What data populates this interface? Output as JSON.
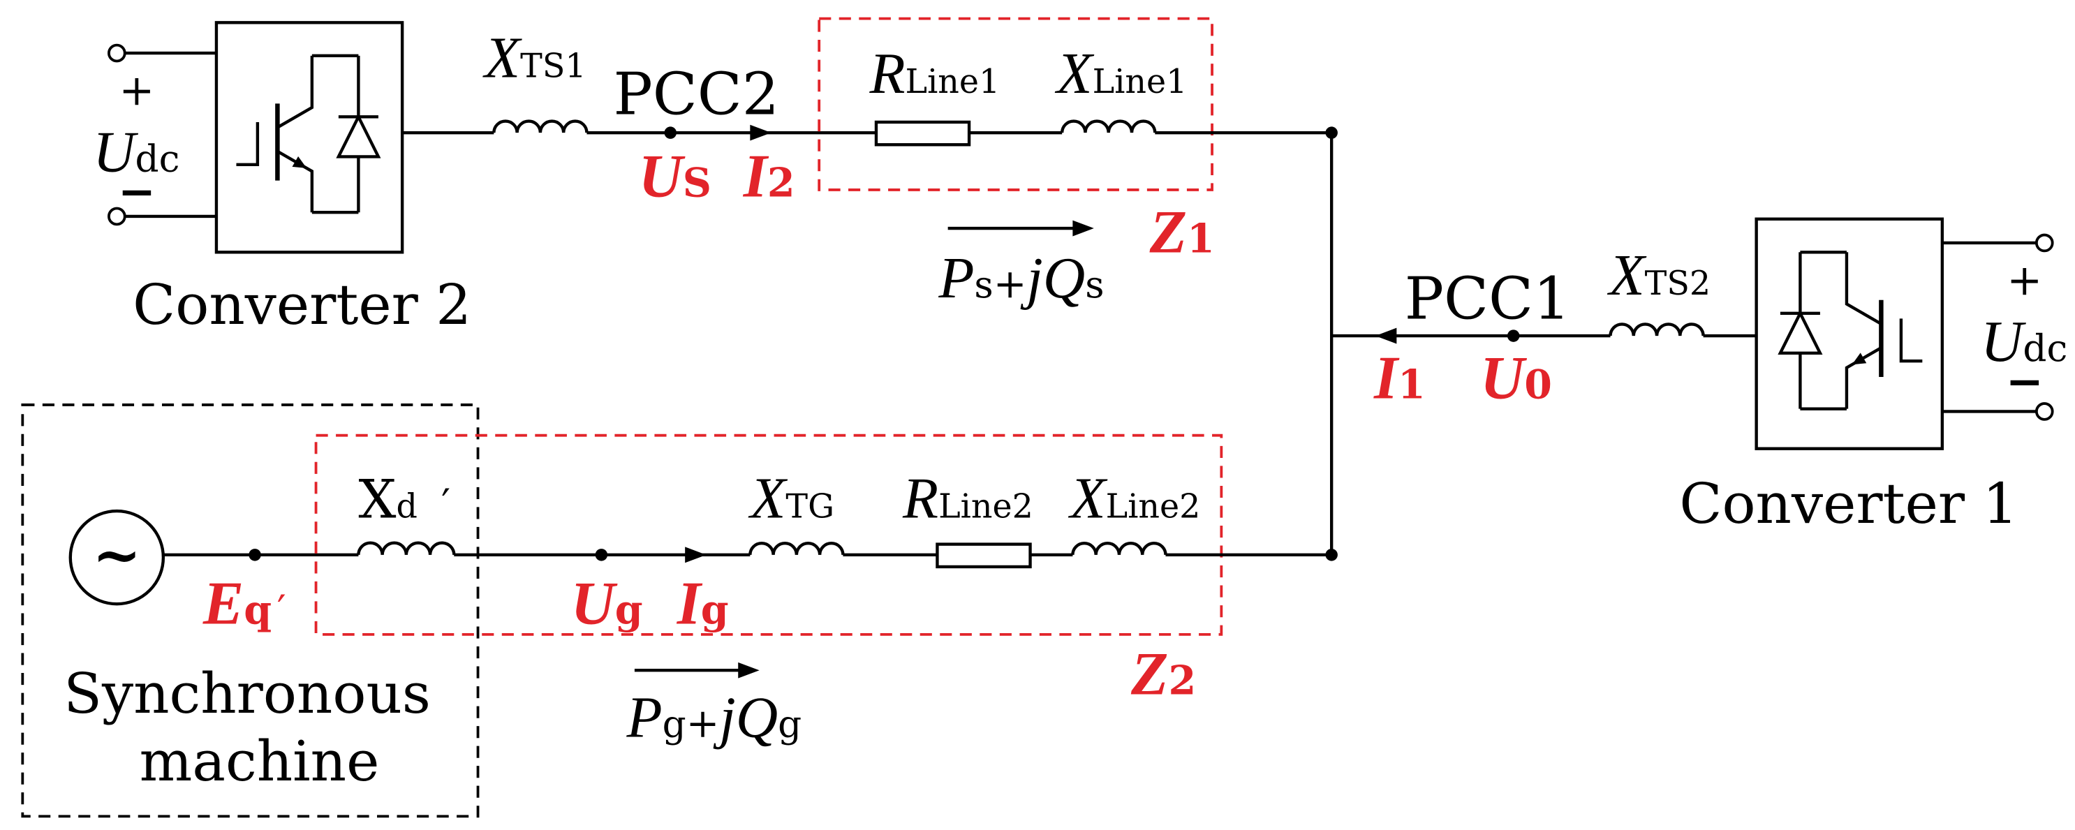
{
  "colors": {
    "wire": "#000000",
    "highlight": "#e2242a"
  },
  "converter_2": {
    "name": "Converter 2",
    "dc_terminal": {
      "plus": "+",
      "minus": "−",
      "voltage_symbol": "U",
      "voltage_sub": "dc"
    }
  },
  "converter_1": {
    "name": "Converter 1",
    "dc_terminal": {
      "plus": "+",
      "minus": "−",
      "voltage_symbol": "U",
      "voltage_sub": "dc"
    }
  },
  "transformer_ts1": {
    "symbol": "X",
    "sub": "TS1"
  },
  "pcc2": {
    "label": "PCC2",
    "voltage": {
      "symbol": "U",
      "sub": "S"
    },
    "current": {
      "symbol": "I",
      "sub": "2"
    }
  },
  "line_1": {
    "resistance": {
      "symbol": "R",
      "sub": "Line1"
    },
    "reactance": {
      "symbol": "X",
      "sub": "Line1"
    },
    "impedance": {
      "symbol": "Z",
      "sub": "1"
    },
    "power_flow": {
      "p_symbol": "P",
      "p_sub": "s",
      "operator": "+",
      "j": "j",
      "q_symbol": "Q",
      "q_sub": "s"
    }
  },
  "pcc1": {
    "label": "PCC1",
    "voltage": {
      "symbol": "U",
      "sub": "0"
    },
    "current": {
      "symbol": "I",
      "sub": "1"
    }
  },
  "transformer_ts2": {
    "symbol": "X",
    "sub": "TS2"
  },
  "synchronous_machine": {
    "label_line_1": "Synchronous",
    "label_line_2": "machine",
    "source_symbol": "~",
    "emf": {
      "symbol": "E",
      "sub": "q",
      "prime": "′"
    },
    "transient_reactance": {
      "symbol": "X",
      "sub": "d",
      "prime": "′"
    }
  },
  "generator_bus": {
    "voltage": {
      "symbol": "U",
      "sub": "g"
    },
    "current": {
      "symbol": "I",
      "sub": "g"
    }
  },
  "line_2": {
    "transformer_reactance": {
      "symbol": "X",
      "sub": "TG"
    },
    "resistance": {
      "symbol": "R",
      "sub": "Line2"
    },
    "reactance": {
      "symbol": "X",
      "sub": "Line2"
    },
    "impedance": {
      "symbol": "Z",
      "sub": "2"
    },
    "power_flow": {
      "p_symbol": "P",
      "p_sub": "g",
      "operator": "+",
      "j": "j",
      "q_symbol": "Q",
      "q_sub": "g"
    }
  }
}
